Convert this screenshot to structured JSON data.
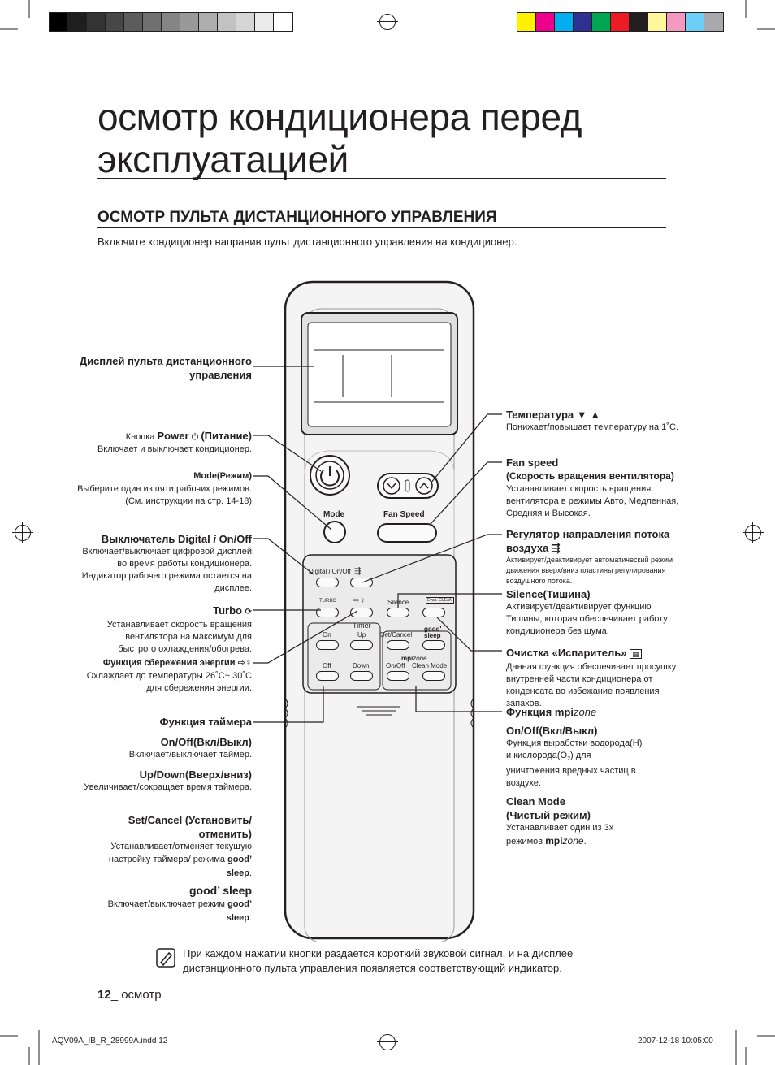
{
  "title": "осмотр кондиционера перед эксплуатацией",
  "section_heading": "ОСМОТР ПУЛЬТА ДИСТАНЦИОННОГО УПРАВЛЕНИЯ",
  "intro": "Включите кондиционер направив пульт дистанционного управления на кондиционер.",
  "colors": {
    "grayscale": [
      "#000000",
      "#1e1e1e",
      "#333333",
      "#474747",
      "#5c5c5c",
      "#707070",
      "#858585",
      "#999999",
      "#adadad",
      "#c2c2c2",
      "#d6d6d6",
      "#ebebeb",
      "#ffffff"
    ],
    "process": [
      "#fff200",
      "#ec008c",
      "#00aeef",
      "#2e3192",
      "#00a651",
      "#ed1c24",
      "#231f20",
      "#fff799",
      "#f49ac1",
      "#6dcff6",
      "#a7a9ac"
    ]
  },
  "remote": {
    "mode": "Mode",
    "fan_speed": "Fan Speed",
    "digital": "Digital",
    "digital_onoff": "On/Off",
    "turbo_icon": "TURBO",
    "silence": "Silence",
    "evap_icon": "Evap. CLEAN",
    "timer": "Timer",
    "on": "On",
    "up": "Up",
    "set_cancel": "Set/Cancel",
    "good_sleep": "good' sleep",
    "off": "Off",
    "down": "Down",
    "mpi": "mpi",
    "zone": "zone",
    "mpi_onoff": "On/Off",
    "clean_mode": "Clean Mode"
  },
  "left_labels": {
    "display": {
      "title": "Дисплей пульта дистанционного управления"
    },
    "power": {
      "prefix": "Кнопка",
      "title": "Power",
      "suffix": "(Питание)",
      "desc": "Включает и выключает кондиционер."
    },
    "mode": {
      "title": "Mode(Режим)",
      "desc": "Выберите один из пяти рабочих режимов. (См. инструкции на стр. 14-18)"
    },
    "digital": {
      "title": "Выключатель Digital",
      "suffix": "On/Off",
      "desc": "Включает/выключает цифровой дисплей во время работы кондиционера. Индикатор рабочего режима остается на дисплее."
    },
    "turbo": {
      "title": "Turbo",
      "desc": "Устанавливает скорость вращения вентилятора на максимум для быстрого охлаждения/обогрева."
    },
    "energy": {
      "title": "Функция сбережения энергии",
      "desc": "Охлаждает до температуры 26˚C~ 30˚C для сбережения энергии."
    },
    "timer": {
      "title": "Функция таймера"
    },
    "timer_onoff": {
      "title": "On/Off(Вкл/Выкл)",
      "desc": "Включает/выключает таймер."
    },
    "timer_updown": {
      "title": "Up/Down(Вверх/вниз)",
      "desc": "Увеличивает/сокращает время таймера."
    },
    "timer_set": {
      "title": "Set/Cancel (Установить/отменить)",
      "desc_pre": "Устанавливает/отменяет текущую настройку таймера/ режима",
      "good_sleep": "good’ sleep",
      "desc_post": "."
    },
    "good_sleep": {
      "title": "good’ sleep",
      "desc_pre": "Включает/выключает режим",
      "good_sleep": "good’ sleep",
      "desc_post": "."
    }
  },
  "right_labels": {
    "temperature": {
      "title": "Температура ▼ ▲",
      "desc": "Понижает/повышает температуру на 1˚C."
    },
    "fan_speed": {
      "title": "Fan speed",
      "subtitle": "(Скорость вращения вентилятора)",
      "desc": "Устанавливает скорость вращения вентилятора в режимы Авто, Медленная, Средняя и Высокая."
    },
    "airflow": {
      "title": "Регулятор направления потока воздуха",
      "desc": "Активирует/деактивирует автоматический режим движения вверх/вниз пластины регулирования воздушного потока."
    },
    "silence": {
      "title": "Silence(Тишина)",
      "desc": "Активирует/деактивирует функцию Тишины, которая обеспечивает работу кондиционера без шума."
    },
    "evaporator": {
      "title": "Очистка «Испаритель»",
      "desc": "Данная функция обеспечивает просушку внутренней части кондиционера от конденсата во избежание появления запахов."
    },
    "mpi_function": {
      "title": "Функция",
      "mpi": "mpi",
      "zone": "zone"
    },
    "mpi_onoff": {
      "title": "On/Off(Вкл/Выкл)",
      "desc_pre": "Функция выработки водорода(H) и кислорода(O",
      "sub": "2",
      "desc_post": ") для уничтожения вредных частиц в воздухе."
    },
    "clean_mode": {
      "title": "Clean Mode",
      "subtitle": "(Чистый режим)",
      "desc_pre": "Устанавливает один из 3х режимов",
      "mpi": "mpi",
      "zone": "zone",
      "desc_post": "."
    }
  },
  "note": "При каждом нажатии кнопки раздается короткий звуковой сигнал, и на дисплее дистанционного пульта управления появляется соответствующий индикатор.",
  "footer": {
    "page_number": "12",
    "page_section": "_ осмотр",
    "file": "AQV09A_IB_R_28999A.indd   12",
    "date": "2007-12-18   10:05:00"
  }
}
